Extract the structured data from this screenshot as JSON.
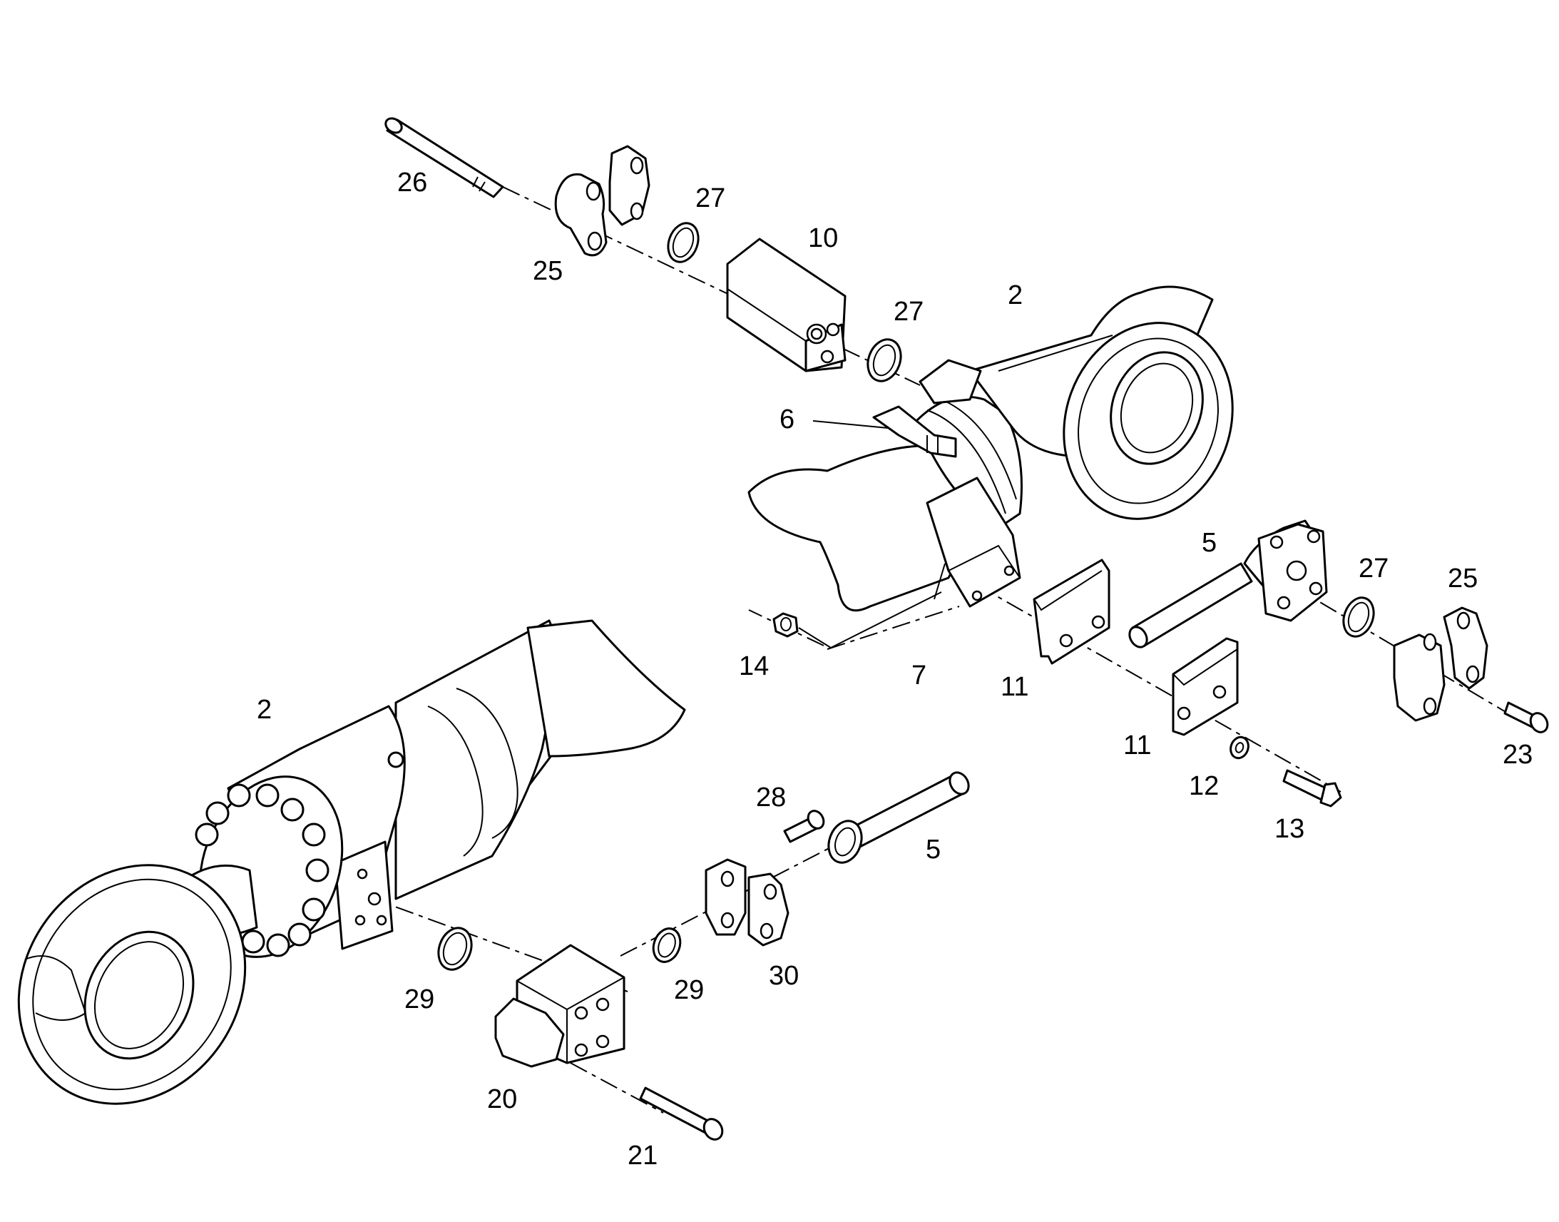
{
  "callouts": {
    "c2a": "2",
    "c2b": "2",
    "c5a": "5",
    "c5b": "5",
    "c6": "6",
    "c7": "7",
    "c10": "10",
    "c11a": "11",
    "c11b": "11",
    "c12": "12",
    "c13": "13",
    "c14": "14",
    "c20": "20",
    "c21": "21",
    "c23": "23",
    "c25a": "25",
    "c25b": "25",
    "c26": "26",
    "c27a": "27",
    "c27b": "27",
    "c27c": "27",
    "c28": "28",
    "c29a": "29",
    "c29b": "29",
    "c30": "30"
  },
  "colors": {
    "line": "#000000",
    "background": "#ffffff"
  }
}
